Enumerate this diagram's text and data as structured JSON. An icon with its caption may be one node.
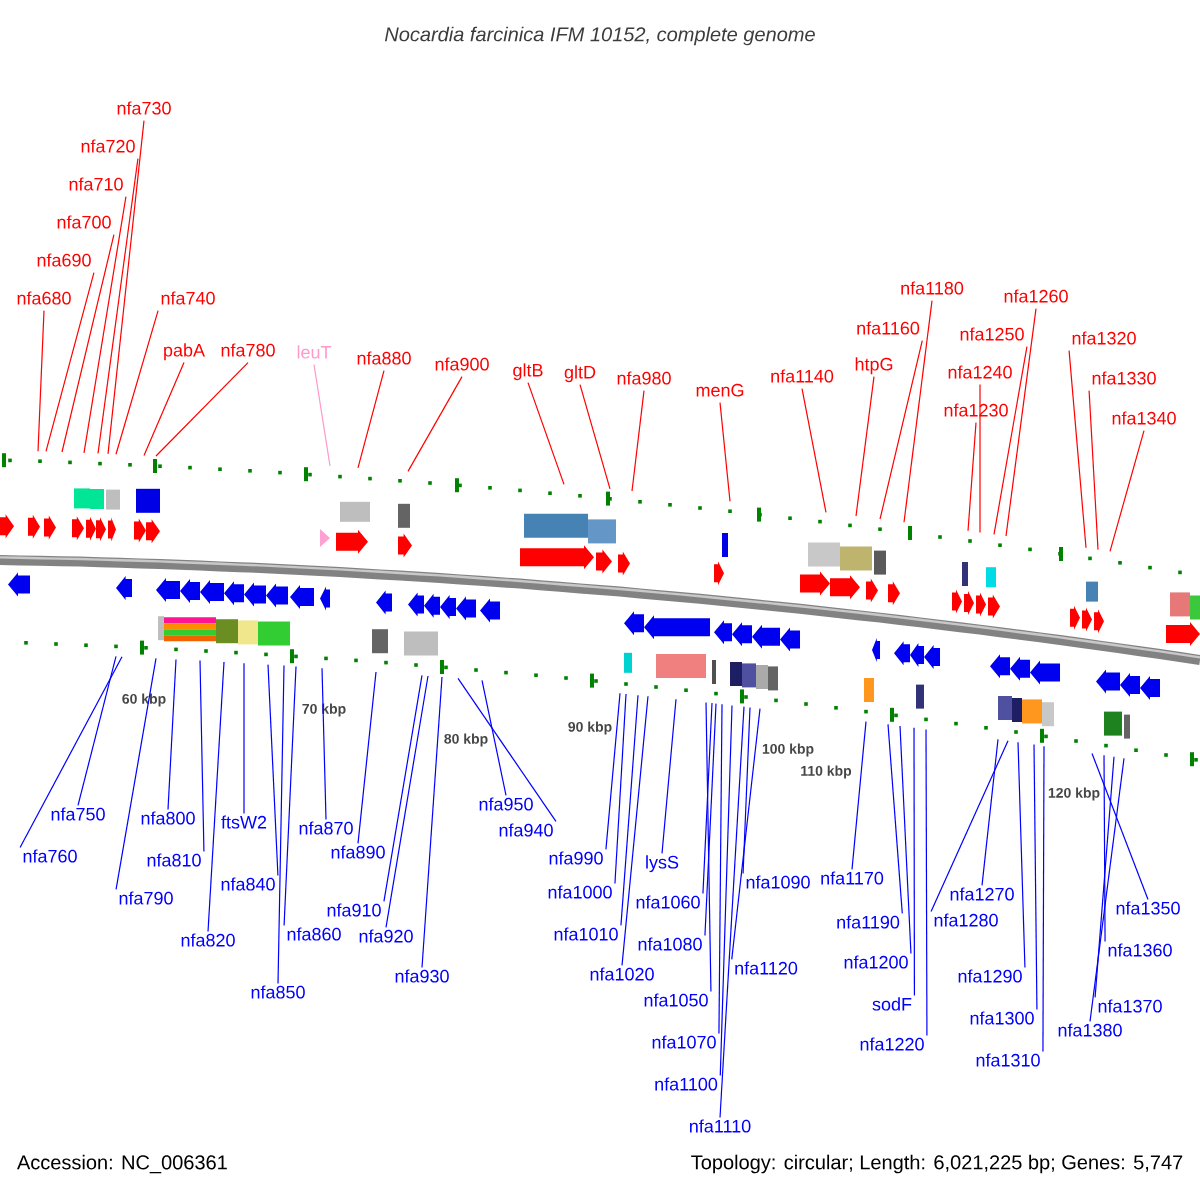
{
  "diagram": {
    "title": "Nocardia farcinica IFM 10152, complete genome",
    "nodes": [
      {
        "text": [
          "nfa680"
        ]
      },
      {
        "text": [
          "nfa690"
        ]
      },
      {
        "text": [
          "nfa700"
        ]
      },
      {
        "text": [
          "nfa710"
        ]
      },
      {
        "text": [
          "nfa720"
        ]
      },
      {
        "text": [
          "nfa730"
        ]
      },
      {
        "text": [
          "nfa740"
        ]
      },
      {
        "text": [
          "pabA"
        ]
      },
      {
        "text": [
          "nfa780"
        ]
      },
      {
        "text": [
          "leuT"
        ]
      },
      {
        "text": [
          "nfa880"
        ]
      },
      {
        "text": [
          "nfa900"
        ]
      },
      {
        "text": [
          "gltB"
        ]
      },
      {
        "text": [
          "gltD"
        ]
      },
      {
        "text": [
          "nfa980"
        ]
      },
      {
        "text": [
          "menG"
        ]
      },
      {
        "text": [
          "nfa1140"
        ]
      },
      {
        "text": [
          "htpG"
        ]
      },
      {
        "text": [
          "nfa1160"
        ]
      },
      {
        "text": [
          "nfa1180"
        ]
      },
      {
        "text": [
          "nfa1230"
        ]
      },
      {
        "text": [
          "nfa1240"
        ]
      },
      {
        "text": [
          "nfa1250"
        ]
      },
      {
        "text": [
          "nfa1260"
        ]
      },
      {
        "text": [
          "nfa1320"
        ]
      },
      {
        "text": [
          "nfa1330"
        ]
      },
      {
        "text": [
          "nfa1340"
        ]
      },
      {
        "text": [
          "nfa750"
        ]
      },
      {
        "text": [
          "nfa760"
        ]
      },
      {
        "text": [
          "nfa790"
        ]
      },
      {
        "text": [
          "nfa800"
        ]
      },
      {
        "text": [
          "nfa810"
        ]
      },
      {
        "text": [
          "nfa820"
        ]
      },
      {
        "text": [
          "ftsW2"
        ]
      },
      {
        "text": [
          "nfa840"
        ]
      },
      {
        "text": [
          "nfa850"
        ]
      },
      {
        "text": [
          "nfa860"
        ]
      },
      {
        "text": [
          "nfa870"
        ]
      },
      {
        "text": [
          "nfa890"
        ]
      },
      {
        "text": [
          "nfa910"
        ]
      },
      {
        "text": [
          "nfa920"
        ]
      },
      {
        "text": [
          "nfa930"
        ]
      },
      {
        "text": [
          "nfa940"
        ]
      },
      {
        "text": [
          "nfa950"
        ]
      },
      {
        "text": [
          "nfa990"
        ]
      },
      {
        "text": [
          "nfa1000"
        ]
      },
      {
        "text": [
          "nfa1010"
        ]
      },
      {
        "text": [
          "nfa1020"
        ]
      },
      {
        "text": [
          "lysS"
        ]
      },
      {
        "text": [
          "nfa1050"
        ]
      },
      {
        "text": [
          "nfa1060"
        ]
      },
      {
        "text": [
          "nfa1070"
        ]
      },
      {
        "text": [
          "nfa1080"
        ]
      },
      {
        "text": [
          "nfa1090"
        ]
      },
      {
        "text": [
          "nfa1100"
        ]
      },
      {
        "text": [
          "nfa1110"
        ]
      },
      {
        "text": [
          "nfa1120"
        ]
      },
      {
        "text": [
          "nfa1170"
        ]
      },
      {
        "text": [
          "nfa1190"
        ]
      },
      {
        "text": [
          "nfa1200"
        ]
      },
      {
        "text": [
          "sodF"
        ]
      },
      {
        "text": [
          "nfa1220"
        ]
      },
      {
        "text": [
          "nfa1270"
        ]
      },
      {
        "text": [
          "nfa1280"
        ]
      },
      {
        "text": [
          "nfa1290"
        ]
      },
      {
        "text": [
          "nfa1300"
        ]
      },
      {
        "text": [
          "nfa1310"
        ]
      },
      {
        "text": [
          "nfa1350"
        ]
      },
      {
        "text": [
          "nfa1360"
        ]
      },
      {
        "text": [
          "nfa1370"
        ]
      },
      {
        "text": [
          "nfa1380"
        ]
      }
    ],
    "edges": [
      {
        "from": 0,
        "to": null,
        "arrow": "none",
        "color": "#ff0000"
      },
      {
        "from": 1,
        "to": null,
        "arrow": "none",
        "color": "#ff0000"
      },
      {
        "from": 2,
        "to": null,
        "arrow": "none",
        "color": "#ff0000"
      },
      {
        "from": 3,
        "to": null,
        "arrow": "none",
        "color": "#ff0000"
      },
      {
        "from": 4,
        "to": null,
        "arrow": "none",
        "color": "#ff0000"
      },
      {
        "from": 5,
        "to": null,
        "arrow": "none",
        "color": "#ff0000"
      },
      {
        "from": 6,
        "to": null,
        "arrow": "none",
        "color": "#ff0000"
      },
      {
        "from": 7,
        "to": null,
        "arrow": "none",
        "color": "#ff0000"
      },
      {
        "from": 8,
        "to": null,
        "arrow": "none",
        "color": "#ff0000"
      },
      {
        "from": 9,
        "to": null,
        "arrow": "none",
        "color": "#ff99cc"
      },
      {
        "from": 10,
        "to": null,
        "arrow": "none",
        "color": "#ff0000"
      },
      {
        "from": 11,
        "to": null,
        "arrow": "none",
        "color": "#ff0000"
      },
      {
        "from": 12,
        "to": null,
        "arrow": "none",
        "color": "#ff0000"
      },
      {
        "from": 13,
        "to": null,
        "arrow": "none",
        "color": "#ff0000"
      },
      {
        "from": 14,
        "to": null,
        "arrow": "none",
        "color": "#ff0000"
      },
      {
        "from": 15,
        "to": null,
        "arrow": "none",
        "color": "#ff0000"
      },
      {
        "from": 16,
        "to": null,
        "arrow": "none",
        "color": "#ff0000"
      },
      {
        "from": 17,
        "to": null,
        "arrow": "none",
        "color": "#ff0000"
      },
      {
        "from": 18,
        "to": null,
        "arrow": "none",
        "color": "#ff0000"
      },
      {
        "from": 19,
        "to": null,
        "arrow": "none",
        "color": "#ff0000"
      },
      {
        "from": 20,
        "to": null,
        "arrow": "none",
        "color": "#ff0000"
      },
      {
        "from": 21,
        "to": null,
        "arrow": "none",
        "color": "#ff0000"
      },
      {
        "from": 22,
        "to": null,
        "arrow": "none",
        "color": "#ff0000"
      },
      {
        "from": 23,
        "to": null,
        "arrow": "none",
        "color": "#ff0000"
      },
      {
        "from": 24,
        "to": null,
        "arrow": "none",
        "color": "#ff0000"
      },
      {
        "from": 25,
        "to": null,
        "arrow": "none",
        "color": "#ff0000"
      },
      {
        "from": 26,
        "to": null,
        "arrow": "none",
        "color": "#ff0000"
      },
      {
        "from": 27,
        "to": null,
        "arrow": "none"
      },
      {
        "from": 28,
        "to": null,
        "arrow": "none"
      },
      {
        "from": 29,
        "to": null,
        "arrow": "none"
      },
      {
        "from": 30,
        "to": null,
        "arrow": "none"
      },
      {
        "from": 31,
        "to": null,
        "arrow": "none"
      },
      {
        "from": 32,
        "to": null,
        "arrow": "none"
      },
      {
        "from": 33,
        "to": null,
        "arrow": "none"
      },
      {
        "from": 34,
        "to": null,
        "arrow": "none"
      },
      {
        "from": 35,
        "to": null,
        "arrow": "none"
      },
      {
        "from": 36,
        "to": null,
        "arrow": "none"
      },
      {
        "from": 37,
        "to": null,
        "arrow": "none"
      },
      {
        "from": 38,
        "to": null,
        "arrow": "none"
      },
      {
        "from": 39,
        "to": null,
        "arrow": "none"
      },
      {
        "from": 40,
        "to": null,
        "arrow": "none"
      },
      {
        "from": 41,
        "to": null,
        "arrow": "none"
      },
      {
        "from": 42,
        "to": null,
        "arrow": "none"
      },
      {
        "from": 43,
        "to": null,
        "arrow": "none"
      },
      {
        "from": 44,
        "to": null,
        "arrow": "none"
      },
      {
        "from": 45,
        "to": null,
        "arrow": "none"
      },
      {
        "from": 46,
        "to": null,
        "arrow": "none"
      },
      {
        "from": 47,
        "to": null,
        "arrow": "none"
      },
      {
        "from": 48,
        "to": null,
        "arrow": "none"
      },
      {
        "from": 49,
        "to": null,
        "arrow": "none"
      },
      {
        "from": 50,
        "to": null,
        "arrow": "none"
      },
      {
        "from": 51,
        "to": null,
        "arrow": "none"
      },
      {
        "from": 52,
        "to": null,
        "arrow": "none"
      },
      {
        "from": 53,
        "to": null,
        "arrow": "none"
      },
      {
        "from": 54,
        "to": null,
        "arrow": "none"
      },
      {
        "from": 55,
        "to": null,
        "arrow": "none"
      },
      {
        "from": 56,
        "to": null,
        "arrow": "none"
      },
      {
        "from": 57,
        "to": null,
        "arrow": "none"
      },
      {
        "from": 58,
        "to": null,
        "arrow": "none"
      },
      {
        "from": 59,
        "to": null,
        "arrow": "none"
      },
      {
        "from": 60,
        "to": null,
        "arrow": "none"
      },
      {
        "from": 61,
        "to": null,
        "arrow": "none"
      },
      {
        "from": 62,
        "to": null,
        "arrow": "none"
      },
      {
        "from": 63,
        "to": null,
        "arrow": "none"
      },
      {
        "from": 64,
        "to": null,
        "arrow": "none"
      },
      {
        "from": 65,
        "to": null,
        "arrow": "none"
      },
      {
        "from": 66,
        "to": null,
        "arrow": "none"
      },
      {
        "from": 67,
        "to": null,
        "arrow": "none"
      },
      {
        "from": 68,
        "to": null,
        "arrow": "none"
      },
      {
        "from": 69,
        "to": null,
        "arrow": "none"
      },
      {
        "from": 70,
        "to": null,
        "arrow": "none"
      }
    ],
    "labels": [
      "60 kbp",
      "70 kbp",
      "80 kbp",
      "90 kbp",
      "100 kbp",
      "110 kbp",
      "120 kbp",
      "Accession: NC_006361",
      "Topology: circular; Length: 6,021,225 bp; Genes: 5,747"
    ]
  }
}
